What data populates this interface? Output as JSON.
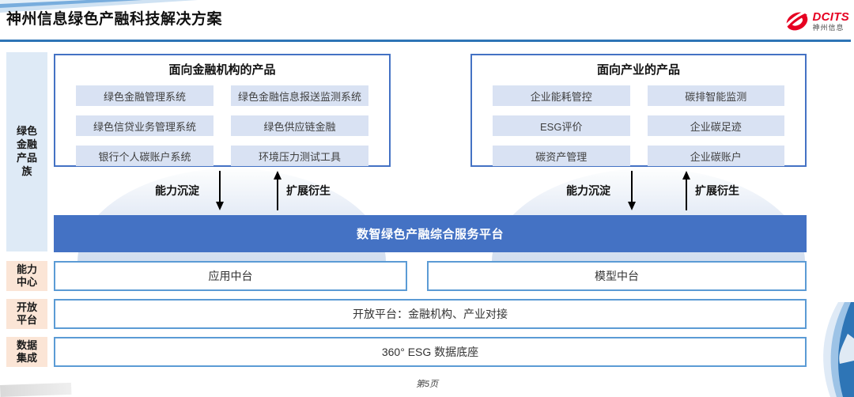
{
  "header": {
    "title": "神州信息绿色产融科技解决方案",
    "logo": {
      "brand": "DCITS",
      "brand_cn": "神州信息"
    }
  },
  "rail": {
    "product_family": "绿色金融产品族",
    "capability": "能力中心",
    "open_platform": "开放平台",
    "data_integration": "数据集成"
  },
  "product_groups": [
    {
      "title": "面向金融机构的产品",
      "items": [
        "绿色金融管理系统",
        "绿色金融信息报送监测系统",
        "绿色信贷业务管理系统",
        "绿色供应链金融",
        "银行个人碳账户系统",
        "环境压力测试工具"
      ]
    },
    {
      "title": "面向产业的产品",
      "items": [
        "企业能耗管控",
        "碳排智能监测",
        "ESG评价",
        "企业碳足迹",
        "碳资产管理",
        "企业碳账户"
      ]
    }
  ],
  "flow": {
    "down_label": "能力沉淀",
    "up_label": "扩展衍生"
  },
  "platform_bar": "数智绿色产融综合服务平台",
  "rows": {
    "capability_boxes": [
      "应用中台",
      "模型中台"
    ],
    "open_platform_box": "开放平台：金融机构、产业对接",
    "data_box": "360° ESG 数据底座"
  },
  "footer": {
    "page": "第5页"
  },
  "colors": {
    "accent_blue": "#4472C4",
    "border_blue_light": "#5B9BD5",
    "header_rule_blue": "#2E75B6",
    "item_bg": "#D9E2F3",
    "rail_blue_bg": "#DEEAF6",
    "rail_peach_bg": "#FBE5D6",
    "logo_red": "#E60021"
  }
}
